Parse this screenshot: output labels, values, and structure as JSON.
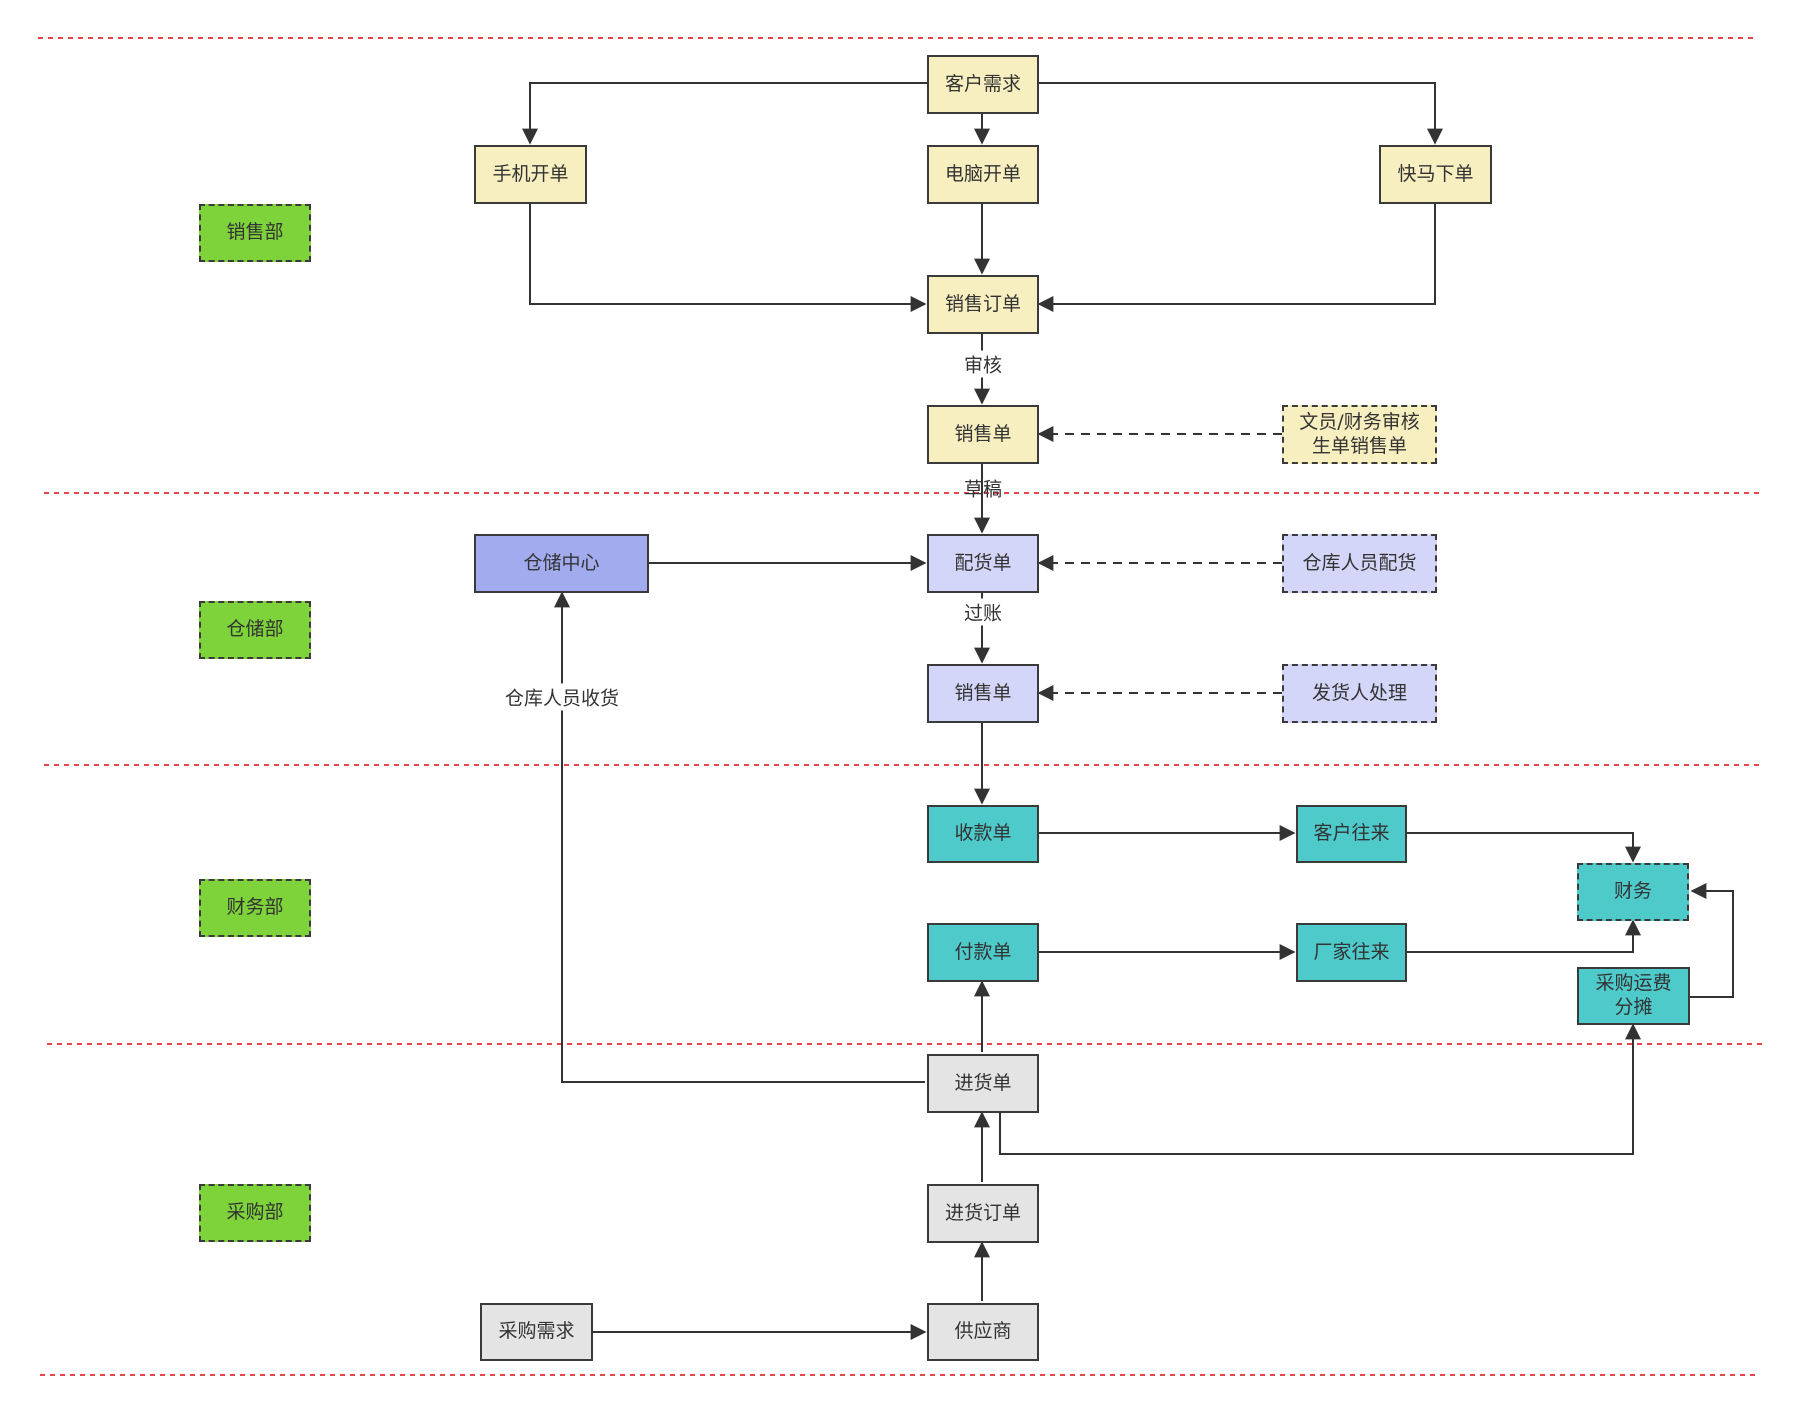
{
  "colors": {
    "sales": "#f8efc0",
    "warehouse_center": "#a3abef",
    "warehouse": "#d3d6f8",
    "finance": "#4ecacb",
    "purchase": "#e4e4e4",
    "dept": "#7ed23a",
    "divider": "#e8454b"
  },
  "departments": {
    "sales": "销售部",
    "warehouse": "仓储部",
    "finance": "财务部",
    "purchase": "采购部"
  },
  "nodes": {
    "customer_demand": "客户需求",
    "mobile_order": "手机开单",
    "pc_order": "电脑开单",
    "kuaima_order": "快马下单",
    "sales_order": "销售订单",
    "sales_bill_1": "销售单",
    "clerk_review": "文员/财务审核生单销售单",
    "warehouse_center": "仓储中心",
    "picking_bill": "配货单",
    "warehouse_picking": "仓库人员配货",
    "sales_bill_2": "销售单",
    "shipper_process": "发货人处理",
    "receipt_bill": "收款单",
    "customer_account": "客户往来",
    "finance": "财务",
    "payment_bill": "付款单",
    "vendor_account": "厂家往来",
    "freight_allocation": "采购运费分摊",
    "purchase_receipt": "进货单",
    "purchase_order": "进货订单",
    "purchase_demand": "采购需求",
    "supplier": "供应商"
  },
  "edge_labels": {
    "review": "审核",
    "draft": "草稿",
    "posting": "过账",
    "warehouse_receive": "仓库人员收货"
  }
}
